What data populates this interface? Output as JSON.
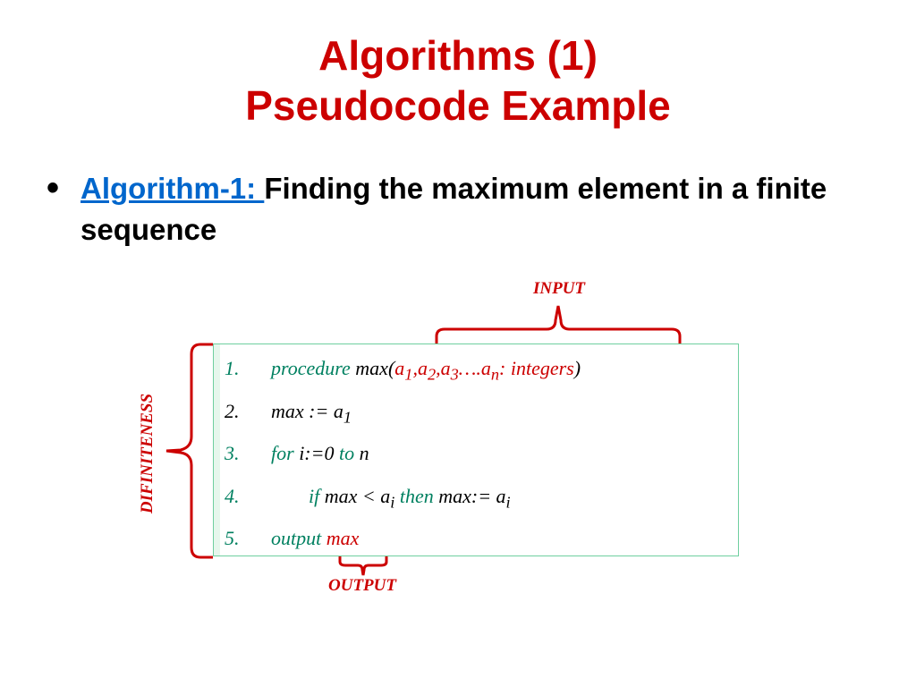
{
  "slide": {
    "title_line1": "Algorithms (1)",
    "title_line2": "Pseudocode Example",
    "bullet_symbol": "•",
    "bullet_link": "Algorithm-1: ",
    "bullet_text": "Finding the maximum element in a finite sequence"
  },
  "labels": {
    "input": "INPUT",
    "output": "OUTPUT",
    "definiteness": "DIFINITENESS"
  },
  "code": {
    "line1": {
      "num": "1.",
      "kw1": "procedure",
      "fn": "max(",
      "a1": "a",
      "s1": "1",
      "c1": ",",
      "a2": "a",
      "s2": "2",
      "c2": ",",
      "a3": "a",
      "s3": "3",
      "dots": "….",
      "an": "a",
      "sn": "n",
      "tail": ": integers",
      "close": ")"
    },
    "line2": {
      "num": "2.",
      "text": "max := a",
      "sub": "1"
    },
    "line3": {
      "num": "3.",
      "kw1": "for",
      "mid": "i:=0",
      "kw2": "to",
      "end": "n"
    },
    "line4": {
      "num": "4.",
      "kw1": "if",
      "mid": "max < a",
      "sub1": "i",
      "kw2": "then",
      "end": "max:= a",
      "sub2": "i"
    },
    "line5": {
      "num": "5.",
      "kw1": "output",
      "var": "max"
    }
  },
  "colors": {
    "title": "#cc0000",
    "link": "#0066cc",
    "keyword": "#008060",
    "variable": "#cc0000",
    "brace": "#cc0000",
    "box_border": "#6fcf9f"
  }
}
